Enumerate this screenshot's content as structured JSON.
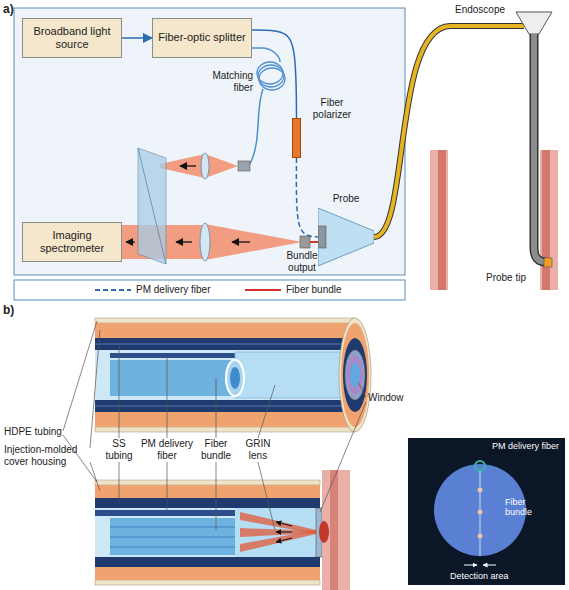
{
  "diagram": {
    "nodes": [
      {
        "text": [
          "Broadband light source"
        ]
      },
      {
        "text": [
          "Fiber-optic splitter"
        ]
      },
      {
        "text": [
          "Imaging spectrometer"
        ]
      },
      {
        "text": [
          "Fiber polarizer"
        ]
      },
      {
        "text": [
          "Probe"
        ]
      }
    ],
    "edges": [
      {
        "from": 0,
        "to": 1,
        "arrow": "to"
      },
      {
        "from": 1,
        "to": 3,
        "arrow": "none"
      },
      {
        "from": 3,
        "to": 4,
        "arrow": "none"
      }
    ],
    "labels": [
      "a)",
      "Matching fiber",
      "Bundle output",
      "Endoscope",
      "Probe tip",
      "b)",
      "HDPE tubing",
      "Injection-molded cover housing",
      "SS tubing",
      "PM delivery fiber",
      "Fiber bundle",
      "GRIN lens",
      "Window",
      "PM delivery fiber",
      "Fiber bundle",
      "Detection area"
    ],
    "legend": [
      {
        "text": "PM delivery fiber"
      },
      {
        "text": "Fiber bundle"
      }
    ]
  }
}
